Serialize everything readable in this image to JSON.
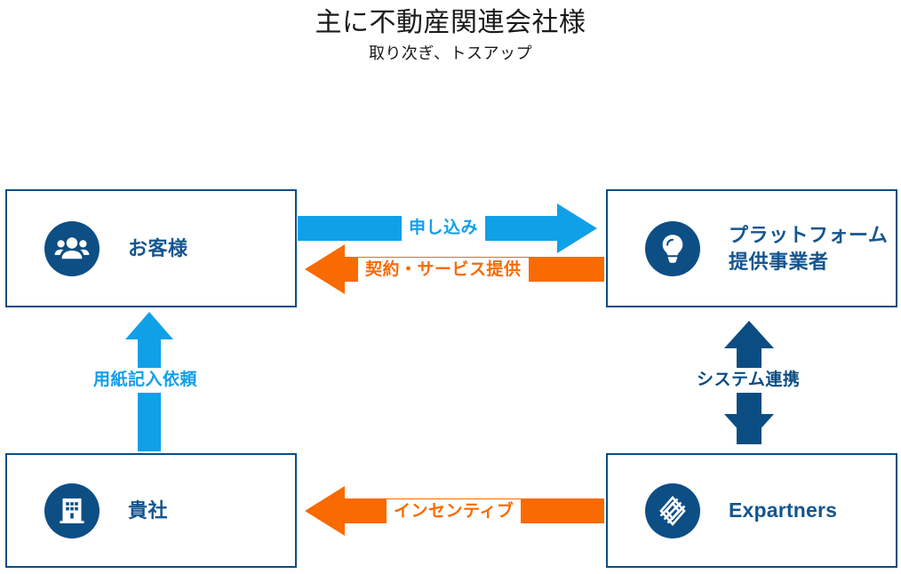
{
  "heading": {
    "title": "主に不動産関連会社様",
    "subtitle": "取り次ぎ、トスアップ"
  },
  "colors": {
    "brand_navy": "#0d4e85",
    "box_border": "#0b4d82",
    "label_navy": "#14558f",
    "accent_blue": "#10a0e8",
    "accent_orange": "#f96a00",
    "background": "#ffffff"
  },
  "nodes": [
    {
      "id": "customer",
      "label": "お客様",
      "icon": "people-icon",
      "position": "top-left"
    },
    {
      "id": "platform",
      "label": "プラットフォーム\n提供事業者",
      "icon": "lightbulb-icon",
      "position": "top-right"
    },
    {
      "id": "yourco",
      "label": "貴社",
      "icon": "building-icon",
      "position": "bottom-left"
    },
    {
      "id": "expartners",
      "label": "Expartners",
      "icon": "expartners-logo-icon",
      "position": "bottom-right"
    }
  ],
  "flows": [
    {
      "id": "application",
      "label": "申し込み",
      "color": "#10a0e8",
      "direction": "right",
      "from": "customer",
      "to": "platform"
    },
    {
      "id": "contract",
      "label": "契約・サービス提供",
      "color": "#f96a00",
      "direction": "left",
      "from": "platform",
      "to": "customer"
    },
    {
      "id": "form-request",
      "label": "用紙記入依頼",
      "color": "#10a0e8",
      "direction": "up",
      "from": "yourco",
      "to": "customer"
    },
    {
      "id": "system-link",
      "label": "システム連携",
      "color": "#0b4d82",
      "direction": "both",
      "from": "expartners",
      "to": "platform"
    },
    {
      "id": "incentive",
      "label": "インセンティブ",
      "color": "#f96a00",
      "direction": "left",
      "from": "expartners",
      "to": "yourco"
    }
  ]
}
